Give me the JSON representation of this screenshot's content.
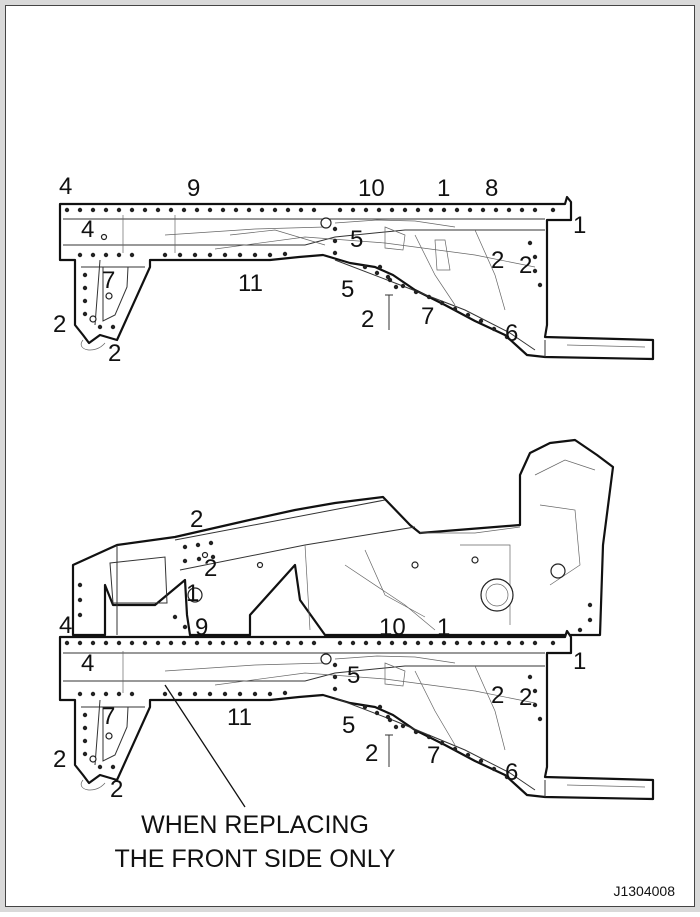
{
  "diagram": {
    "top_view_callouts": [
      "4",
      "9",
      "10",
      "1",
      "8",
      "1",
      "4",
      "5",
      "2",
      "2",
      "7",
      "11",
      "5",
      "2",
      "7",
      "2",
      "6",
      "2"
    ],
    "bottom_view_callouts": [
      "2",
      "2",
      "1",
      "4",
      "9",
      "10",
      "1",
      "1",
      "4",
      "5",
      "2",
      "2",
      "7",
      "11",
      "5",
      "2",
      "7",
      "2",
      "6",
      "2"
    ],
    "caption_line1": "WHEN REPLACING",
    "caption_line2": "THE FRONT SIDE ONLY",
    "figure_code": "J1304008"
  }
}
